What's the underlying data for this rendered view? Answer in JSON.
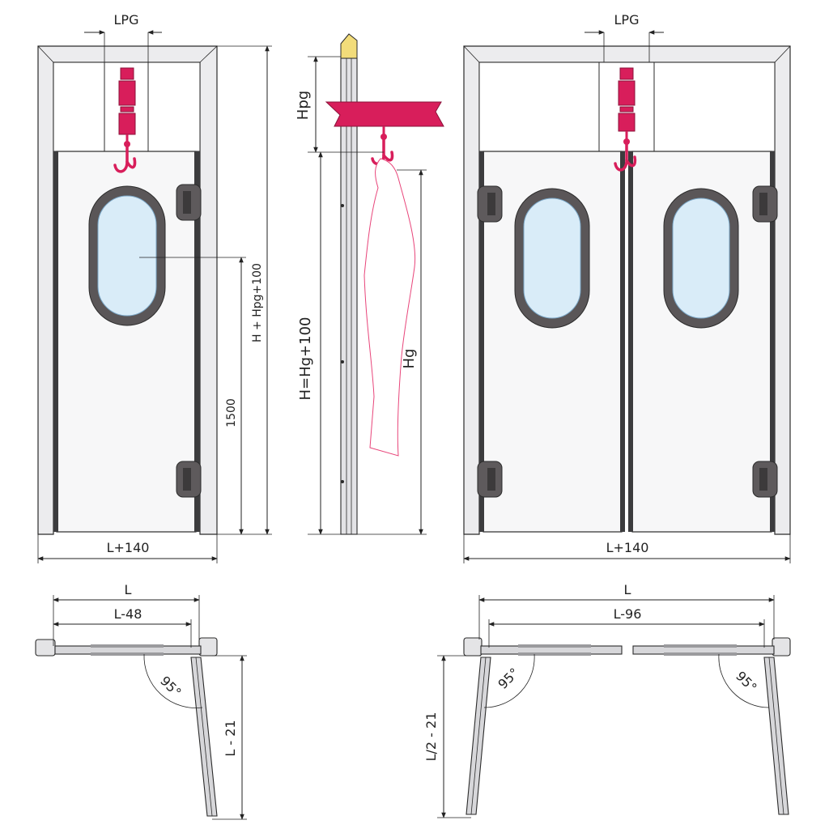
{
  "labels": {
    "lpg_left": "LPG",
    "lpg_right": "LPG",
    "h_hpg_100": "H + Hpg+100",
    "h_1500": "1500",
    "width_left": "L+140",
    "width_right": "L+140",
    "hpg": "Hpg",
    "h_hg_100": "H=Hg+100",
    "hg": "Hg",
    "plan_left_L": "L",
    "plan_left_L48": "L-48",
    "plan_left_L21": "L - 21",
    "plan_left_angle": "95°",
    "plan_right_L": "L",
    "plan_right_L96": "L-96",
    "plan_right_L2_21": "L/2 - 21",
    "plan_right_angle_a": "95°",
    "plan_right_angle_b": "95°"
  },
  "colors": {
    "rail_red": "#d81e5b",
    "glass": "#d9ecf8",
    "frame": "#ececee"
  }
}
